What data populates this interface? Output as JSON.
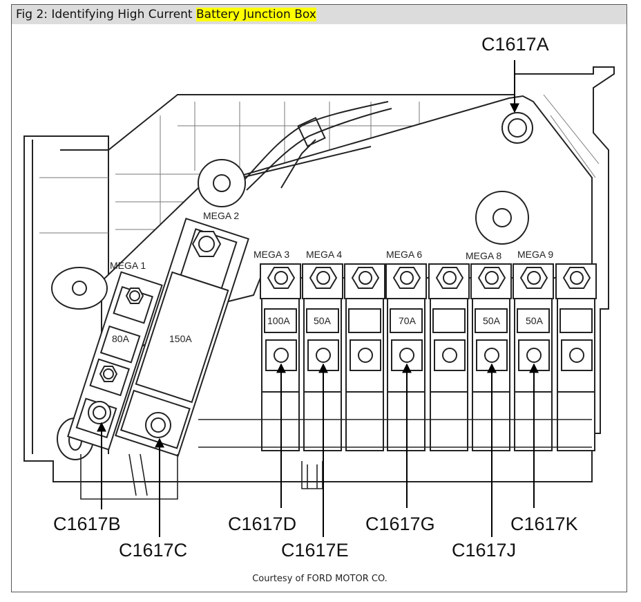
{
  "header": {
    "title_prefix": "Fig 2: Identifying High Current ",
    "title_highlight": "Battery Junction Box",
    "highlight_color": "#ffff00"
  },
  "diagram": {
    "fuse_labels": {
      "mega1": "MEGA 1",
      "mega2": "MEGA 2",
      "mega3": "MEGA 3",
      "mega4": "MEGA 4",
      "mega6": "MEGA 6",
      "mega8": "MEGA 8",
      "mega9": "MEGA 9"
    },
    "ratings": {
      "r80": "80A",
      "r150": "150A",
      "r100": "100A",
      "r50a": "50A",
      "r70": "70A",
      "r50b": "50A",
      "r50c": "50A"
    },
    "connectors": {
      "a": "C1617A",
      "b": "C1617B",
      "c": "C1617C",
      "d": "C1617D",
      "e": "C1617E",
      "g": "C1617G",
      "j": "C1617J",
      "k": "C1617K"
    }
  },
  "footer": {
    "credit": "Courtesy of FORD MOTOR CO."
  }
}
